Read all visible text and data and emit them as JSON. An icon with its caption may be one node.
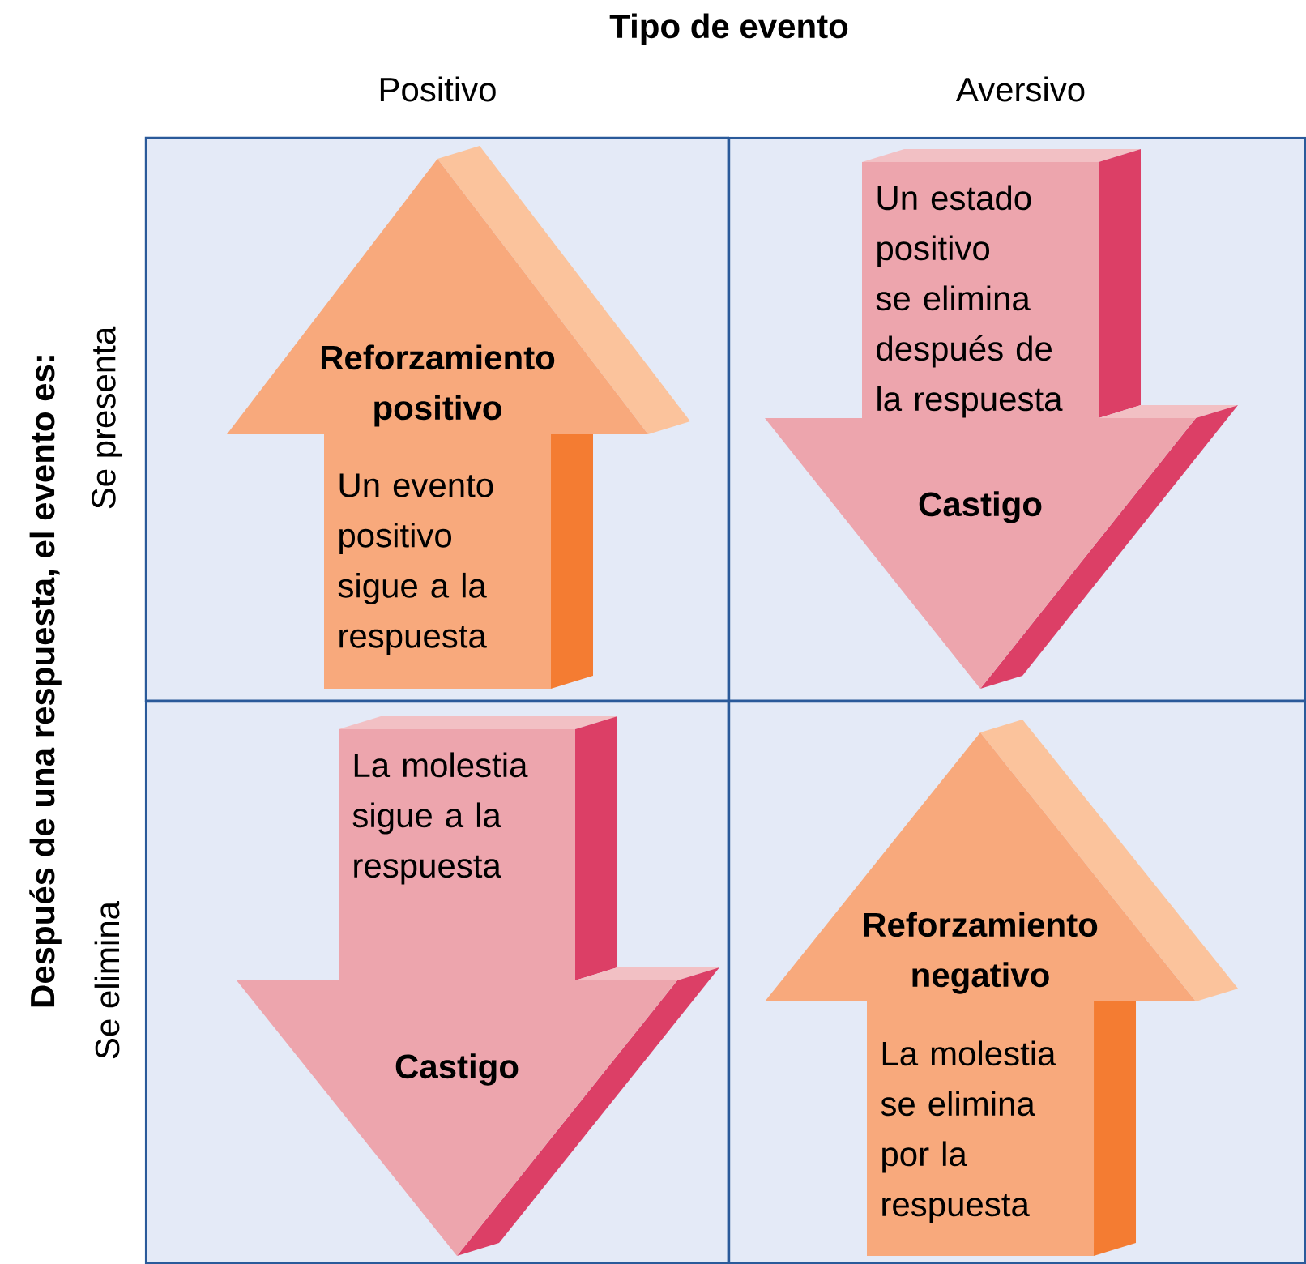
{
  "diagram": {
    "nodes": [
      {
        "text": [
          "Reforzamiento positivo",
          "Un evento positivo sigue a la respuesta"
        ]
      },
      {
        "text": [
          "Un estado positivo se elimina después de la respuesta",
          "Castigo"
        ]
      },
      {
        "text": [
          "La molestia sigue a la respuesta",
          "Castigo"
        ]
      },
      {
        "text": [
          "Reforzamiento negativo",
          "La molestia se elimina por la respuesta"
        ]
      }
    ],
    "labels": [
      "Tipo de evento",
      "Positivo",
      "Aversivo",
      "Después de una respuesta, el evento es:",
      "Se presenta",
      "Se elimina"
    ]
  }
}
